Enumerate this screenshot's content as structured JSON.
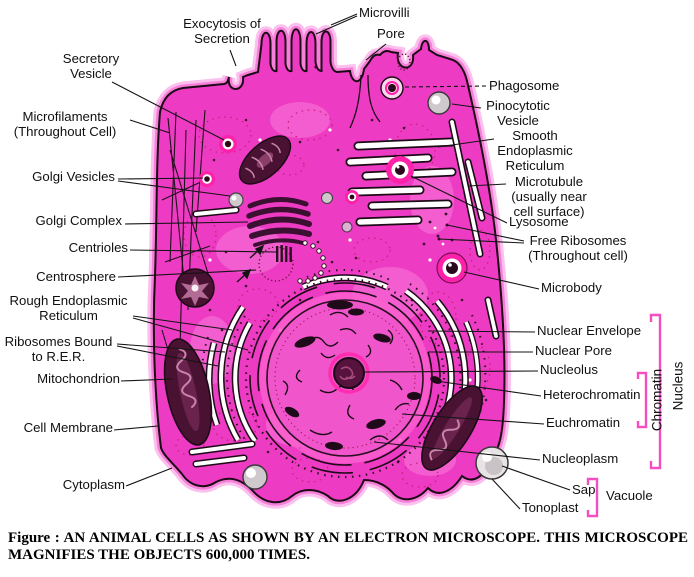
{
  "figure": {
    "caption_line1": "Figure : AN ANIMAL CELLS AS SHOWN BY AN ELECTRON MICROSCOPE. THIS MICROSCOPE",
    "caption_line2": "MAGNIFIES THE OBJECTS 600,000 TIMES."
  },
  "colors": {
    "cytoplasm": "#ee3bc4",
    "membrane_line": "#1c0a16",
    "organelle_dark": "#4a1232",
    "vesicle_ring": "#ff21a9",
    "bracket_pink": "#f44fc0",
    "label_text": "#101010"
  },
  "labels": {
    "secretory_vesicle": "Secretory\nVesicle",
    "exocytosis": "Exocytosis of\nSecretion",
    "microvilli": "Microvilli",
    "pore": "Pore",
    "microfilaments": "Microfilaments\n(Throughout Cell)",
    "golgi_vesicles": "Golgi Vesicles",
    "golgi_complex": "Golgi Complex",
    "centrioles": "Centrioles",
    "centrosphere": "Centrosphere",
    "rough_er": "Rough Endoplasmic\nReticulum",
    "ribosomes_bound": "Ribosomes Bound\nto R.E.R.",
    "mitochondrion": "Mitochondrion",
    "cell_membrane": "Cell Membrane",
    "cytoplasm": "Cytoplasm",
    "phagosome": "Phagosome",
    "pinocytotic_vesicle": "Pinocytotic\nVesicle",
    "smooth_er": "Smooth\nEndoplasmic\nReticulum",
    "microtubule": "Microtubule\n(usually near\ncell surface)",
    "lysosome": "Lysosome",
    "free_ribosomes": "Free Ribosomes\n(Throughout cell)",
    "microbody": "Microbody",
    "nuclear_envelope": "Nuclear Envelope",
    "nuclear_pore": "Nuclear Pore",
    "nucleolus": "Nucleolus",
    "heterochromatin": "Heterochromatin",
    "euchromatin": "Euchromatin",
    "nucleoplasm": "Nucleoplasm",
    "sap": "Sap",
    "tonoplast": "Tonoplast",
    "vacuole": "Vacuole",
    "chromatin_group": "Chromatin",
    "nucleus_group": "Nucleus"
  }
}
